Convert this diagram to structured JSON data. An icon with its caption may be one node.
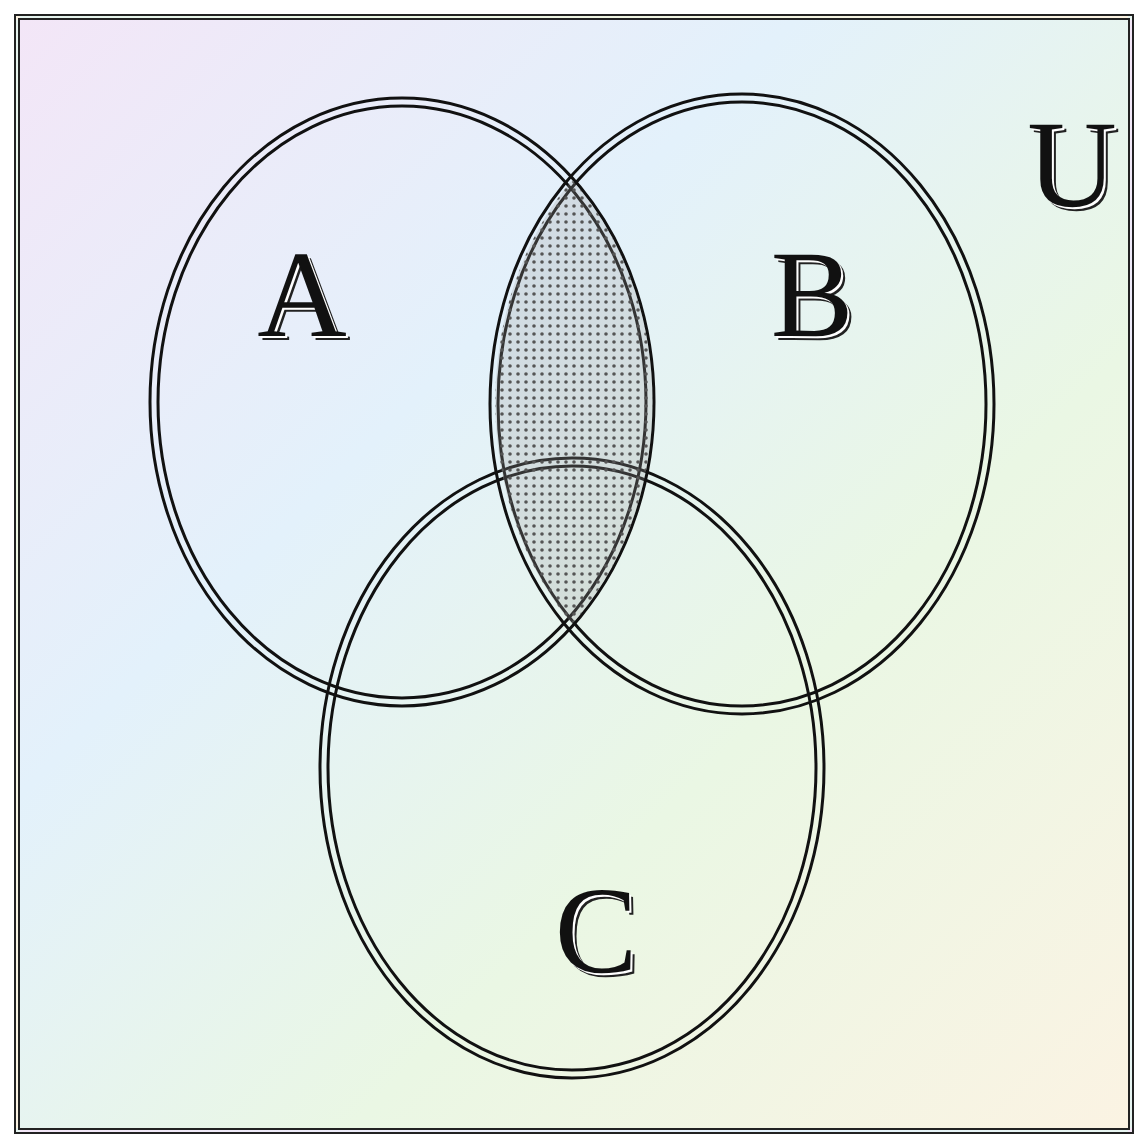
{
  "diagram": {
    "nodes": [
      {
        "text": [
          "U"
        ]
      },
      {
        "text": [
          "A"
        ],
        "in": 0
      },
      {
        "text": [
          "B"
        ],
        "in": 0
      },
      {
        "text": [
          "C"
        ],
        "in": 0
      },
      {
        "text": [],
        "shape": "lens"
      }
    ]
  }
}
